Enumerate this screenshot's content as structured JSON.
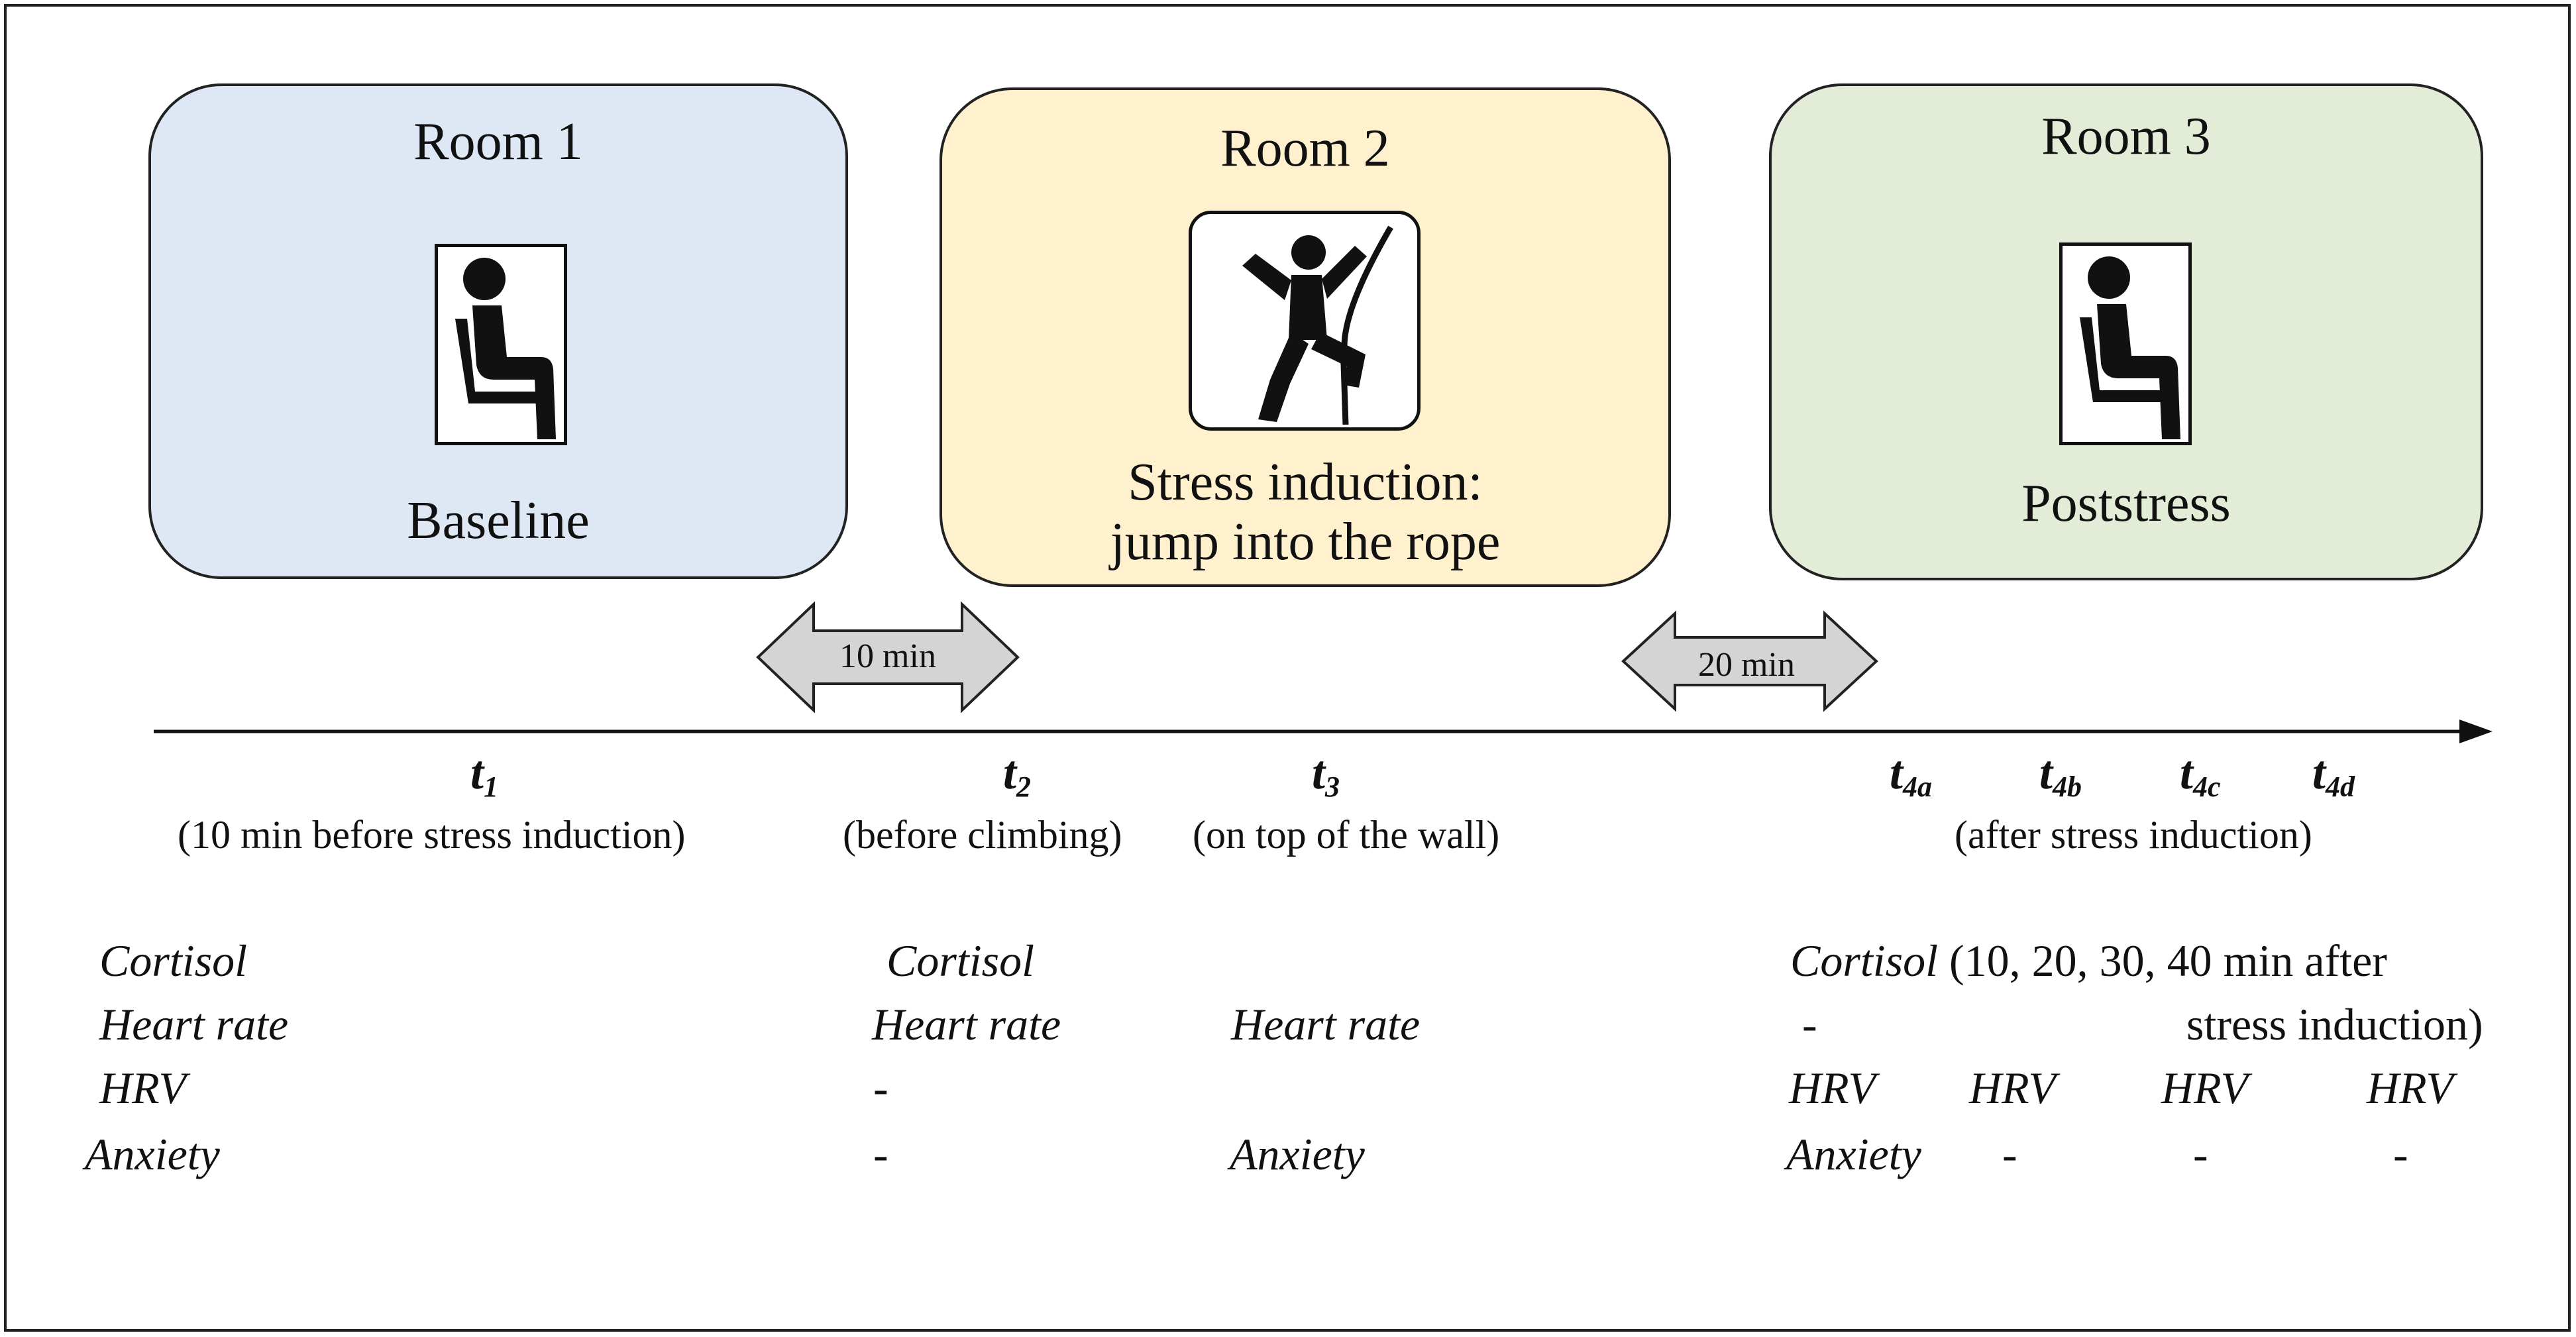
{
  "rooms": [
    {
      "title": "Room 1",
      "icon": "seated-person-icon",
      "label": "Baseline",
      "color": "#dde8f4"
    },
    {
      "title": "Room 2",
      "icon": "climber-icon",
      "label_line1": "Stress induction:",
      "label_line2": "jump into the rope",
      "color": "#fff1cd"
    },
    {
      "title": "Room 3",
      "icon": "seated-person-icon",
      "label": "Poststress",
      "color": "#e2ecd6"
    }
  ],
  "intervals": {
    "first": "10 min",
    "second": "20 min"
  },
  "timepoints": {
    "t1": {
      "letter": "t",
      "sub": "1",
      "desc": "(10 min before stress induction)"
    },
    "t2": {
      "letter": "t",
      "sub": "2",
      "desc": "(before climbing)"
    },
    "t3": {
      "letter": "t",
      "sub": "3",
      "desc": "(on top of the wall)"
    },
    "t4a": {
      "letter": "t",
      "sub": "4a"
    },
    "t4b": {
      "letter": "t",
      "sub": "4b"
    },
    "t4c": {
      "letter": "t",
      "sub": "4c"
    },
    "t4d": {
      "letter": "t",
      "sub": "4d"
    },
    "t4_desc": "(after stress induction)"
  },
  "measures": {
    "col1": {
      "cortisol": "Cortisol",
      "heart_rate": "Heart rate",
      "hrv": "HRV",
      "anxiety": "Anxiety"
    },
    "col2": {
      "cortisol": "Cortisol",
      "heart_rate": "Heart rate",
      "hrv": "-",
      "anxiety": "-"
    },
    "col3": {
      "heart_rate": "Heart rate",
      "anxiety": "Anxiety"
    },
    "col4": {
      "cortisol": "Cortisol",
      "cortisol_note_line1": "(10, 20, 30, 40 min after",
      "cortisol_note_line2": "stress induction)",
      "heart_rate": "-",
      "hrv": [
        "HRV",
        "HRV",
        "HRV",
        "HRV"
      ],
      "anxiety": "Anxiety",
      "anxiety_dashes": [
        "-",
        "-",
        "-"
      ]
    }
  }
}
